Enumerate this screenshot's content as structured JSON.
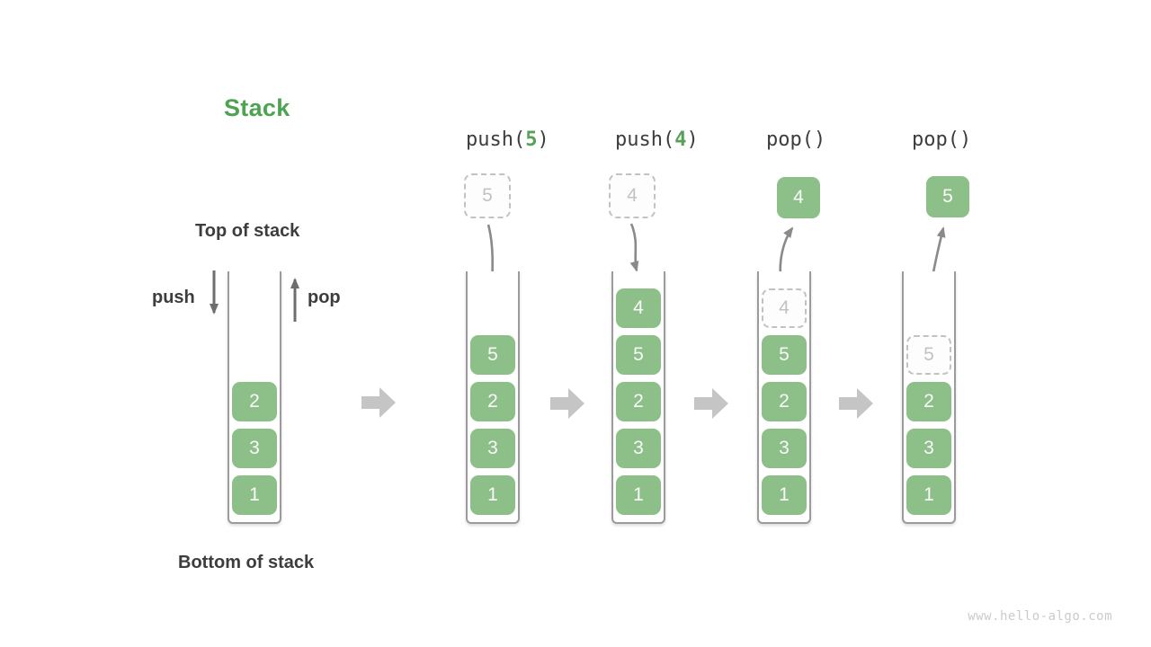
{
  "title": "Stack",
  "watermark": "www.hello-algo.com",
  "labels": {
    "top_of_stack": "Top of stack",
    "bottom_of_stack": "Bottom of stack",
    "push": "push",
    "pop": "pop"
  },
  "colors": {
    "title_green": "#4CA350",
    "item_green": "#8DBF88",
    "item_text": "#FAFAFA",
    "header_arg_green": "#55A158",
    "text_dark": "#3D3D3D",
    "ghost_gray": "#C2C2C2",
    "container_border": "#9B9B9B",
    "curve_arrow": "#8A8A8A",
    "straight_arrow": "#6E6E6E",
    "block_arrow": "#C5C5C5",
    "watermark_gray": "#CBCBCB"
  },
  "columns": [
    {
      "name": "initial",
      "operation": null,
      "floating": null,
      "flow_arrow": null,
      "items": [
        {
          "value": "2"
        },
        {
          "value": "3"
        },
        {
          "value": "1"
        }
      ]
    },
    {
      "name": "push-5",
      "operation": {
        "prefix": "push(",
        "arg": "5",
        "suffix": ")"
      },
      "floating": {
        "value": "5",
        "variant": "ghost"
      },
      "flow_arrow": "down",
      "items": [
        {
          "value": "5"
        },
        {
          "value": "2"
        },
        {
          "value": "3"
        },
        {
          "value": "1"
        }
      ]
    },
    {
      "name": "push-4",
      "operation": {
        "prefix": "push(",
        "arg": "4",
        "suffix": ")"
      },
      "floating": {
        "value": "4",
        "variant": "ghost"
      },
      "flow_arrow": "down",
      "items": [
        {
          "value": "4"
        },
        {
          "value": "5"
        },
        {
          "value": "2"
        },
        {
          "value": "3"
        },
        {
          "value": "1"
        }
      ]
    },
    {
      "name": "pop-first",
      "operation": {
        "prefix": "pop(",
        "arg": "",
        "suffix": ")"
      },
      "floating": {
        "value": "4",
        "variant": "solid"
      },
      "flow_arrow": "up",
      "items": [
        {
          "value": "4",
          "ghost": true
        },
        {
          "value": "5"
        },
        {
          "value": "2"
        },
        {
          "value": "3"
        },
        {
          "value": "1"
        }
      ]
    },
    {
      "name": "pop-second",
      "operation": {
        "prefix": "pop(",
        "arg": "",
        "suffix": ")"
      },
      "floating": {
        "value": "5",
        "variant": "solid"
      },
      "flow_arrow": "up",
      "items": [
        {
          "value": "5",
          "ghost": true
        },
        {
          "value": "2"
        },
        {
          "value": "3"
        },
        {
          "value": "1"
        }
      ]
    }
  ]
}
